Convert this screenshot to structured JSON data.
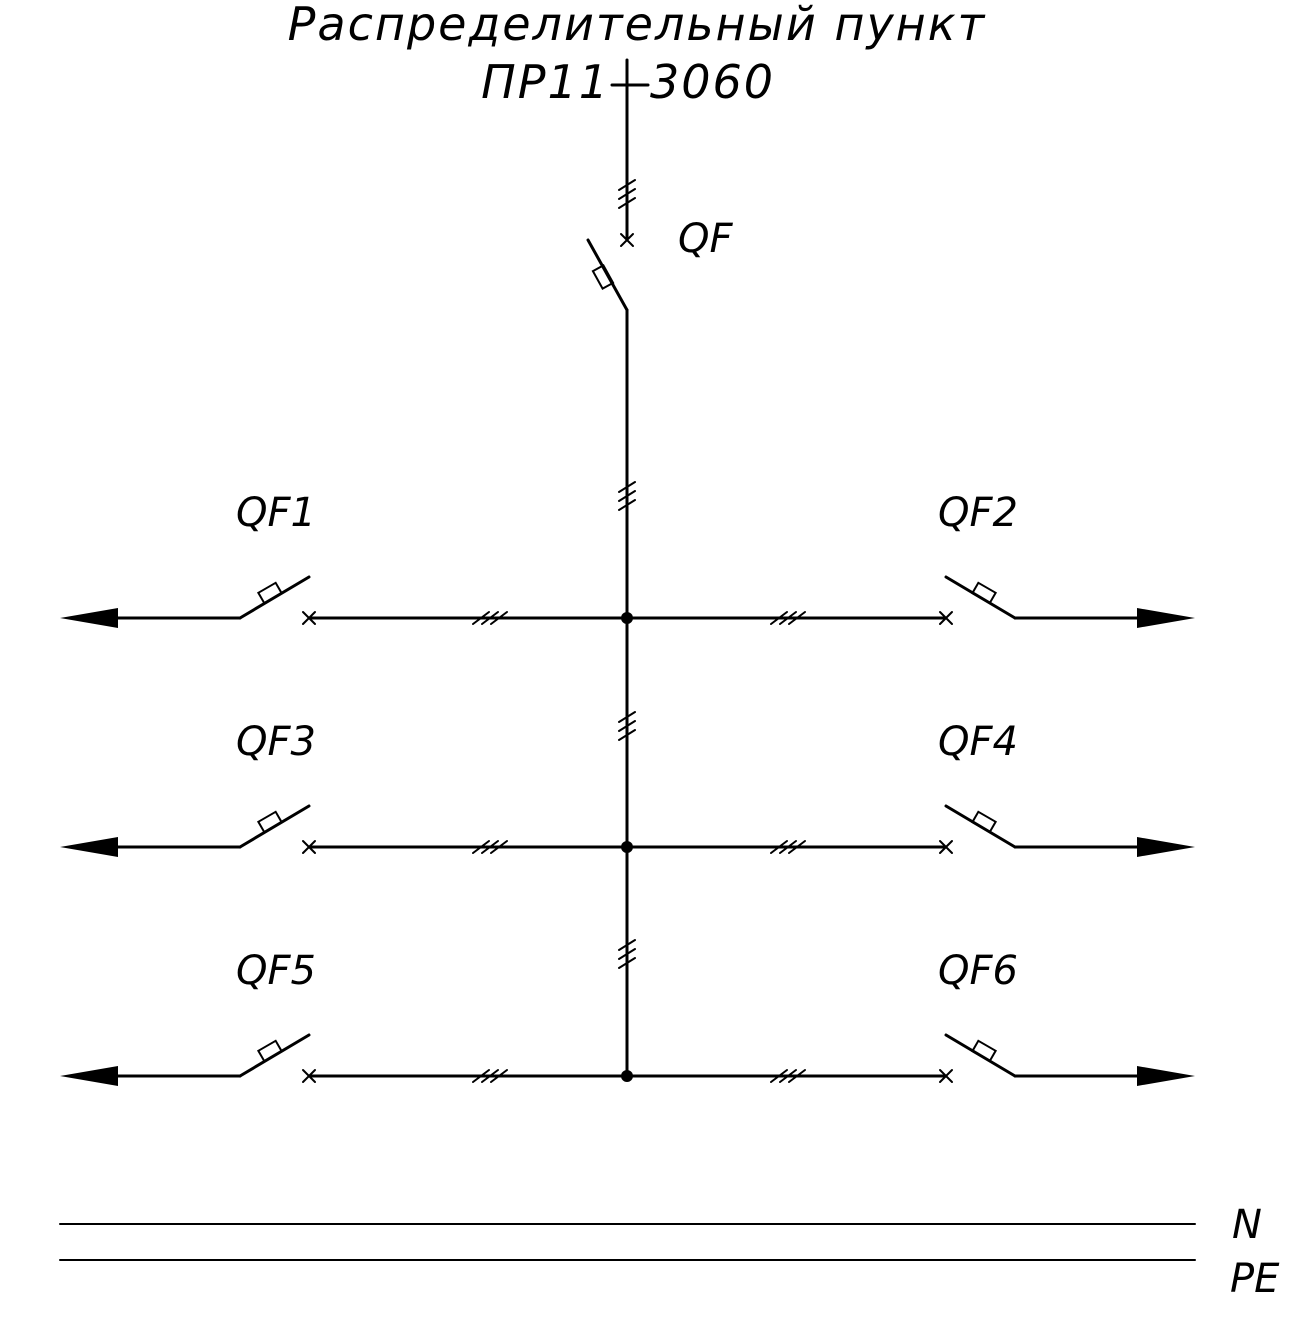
{
  "title": {
    "line1": "Распределительный  пункт",
    "line2_left": "ПР11",
    "line2_right": "3060"
  },
  "main_breaker": {
    "label": "QF"
  },
  "feeders": [
    {
      "label": "QF1",
      "side": "left",
      "row": 1
    },
    {
      "label": "QF2",
      "side": "right",
      "row": 1
    },
    {
      "label": "QF3",
      "side": "left",
      "row": 2
    },
    {
      "label": "QF4",
      "side": "right",
      "row": 2
    },
    {
      "label": "QF5",
      "side": "left",
      "row": 3
    },
    {
      "label": "QF6",
      "side": "right",
      "row": 3
    }
  ],
  "conductors": {
    "n_label": "N",
    "pe_label": "PE"
  },
  "phase_count": 3
}
